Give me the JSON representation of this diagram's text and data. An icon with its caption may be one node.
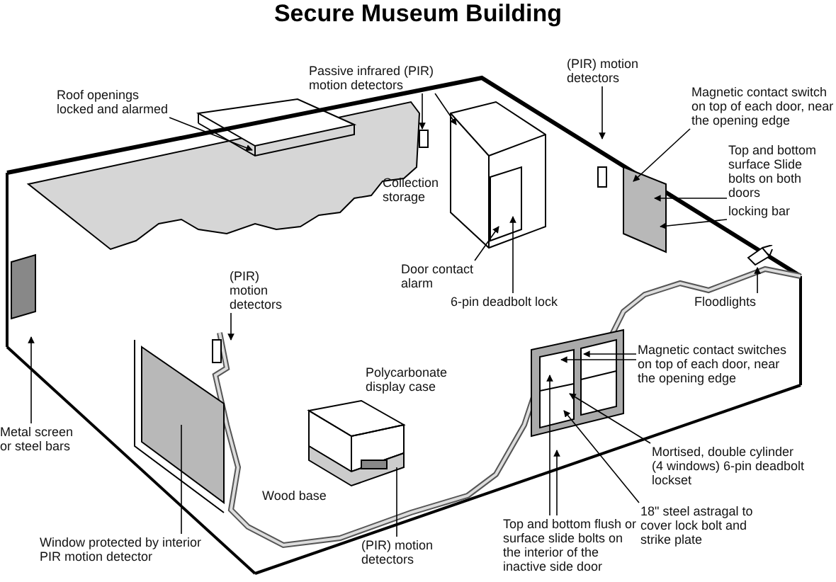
{
  "diagram": {
    "title": "Secure Museum Building",
    "nodes": [
      {
        "text": [
          "Roof openings locked and alarmed"
        ]
      },
      {
        "text": [
          "Passive infrared (PIR) motion detectors"
        ]
      },
      {
        "text": [
          "(PIR) motion detectors"
        ]
      },
      {
        "text": [
          "Magnetic contact switch on top of each door, near the opening edge"
        ]
      },
      {
        "text": [
          "Top and bottom surface Slide bolts on both doors"
        ]
      },
      {
        "text": [
          "locking bar"
        ]
      },
      {
        "text": [
          "Door contact alarm"
        ]
      },
      {
        "text": [
          "6-pin deadbolt lock"
        ]
      },
      {
        "text": [
          "Floodlights"
        ]
      },
      {
        "text": [
          "(PIR) motion detectors"
        ]
      },
      {
        "text": [
          "Metal screen or steel bars"
        ]
      },
      {
        "text": [
          "Window protected by interior PIR motion detector"
        ]
      },
      {
        "text": [
          "(PIR) motion detectors"
        ]
      },
      {
        "text": [
          "Magnetic contact switches on top of each door, near the opening edge"
        ]
      },
      {
        "text": [
          "Mortised, double cylinder (4 windows) 6-pin deadbolt lockset"
        ]
      },
      {
        "text": [
          "18\" steel astragal to cover lock bolt and strike plate"
        ]
      },
      {
        "text": [
          "Top and bottom flush or surface slide bolts on the interior of the inactive side door"
        ]
      },
      {
        "text": [],
        "shape": "picture"
      }
    ],
    "edges": [
      {
        "from": 0,
        "to": null,
        "arrow": "to"
      },
      {
        "from": 1,
        "to": null,
        "arrow": "to"
      },
      {
        "from": 1,
        "to": null,
        "arrow": "to"
      },
      {
        "from": 2,
        "to": null,
        "arrow": "to"
      },
      {
        "from": 3,
        "to": null,
        "arrow": "to"
      },
      {
        "from": 4,
        "to": null,
        "arrow": "to"
      },
      {
        "from": 5,
        "to": null,
        "arrow": "to"
      },
      {
        "from": 6,
        "to": null,
        "arrow": "to"
      },
      {
        "from": 7,
        "to": null,
        "arrow": "to"
      },
      {
        "from": 8,
        "to": 17,
        "arrow": "to"
      },
      {
        "from": 9,
        "to": null,
        "arrow": "to"
      },
      {
        "from": 10,
        "to": null,
        "arrow": "to"
      },
      {
        "from": 11,
        "to": null,
        "arrow": "none"
      },
      {
        "from": 12,
        "to": null,
        "arrow": "none"
      },
      {
        "from": 13,
        "to": null,
        "arrow": "to"
      },
      {
        "from": 13,
        "to": null,
        "arrow": "to"
      },
      {
        "from": 14,
        "to": null,
        "arrow": "to"
      },
      {
        "from": 15,
        "to": null,
        "arrow": "to"
      },
      {
        "from": 16,
        "to": null,
        "arrow": "to"
      },
      {
        "from": 16,
        "to": null,
        "arrow": "to"
      }
    ],
    "labels": [
      "Collection storage",
      "Polycarbonate display case",
      "Wood base"
    ]
  }
}
